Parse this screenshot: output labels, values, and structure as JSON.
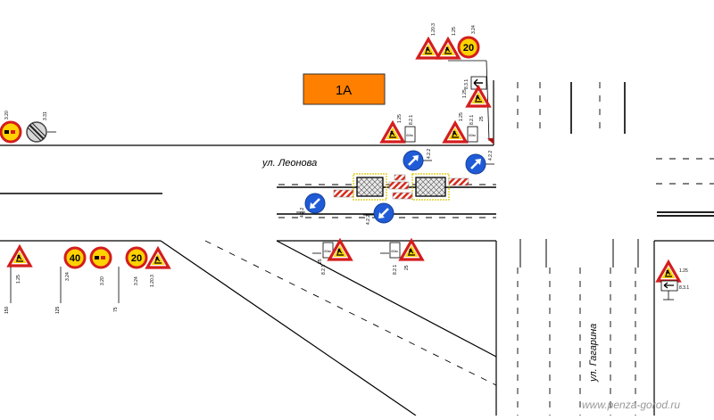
{
  "streets": {
    "leonova": "ул. Леонова",
    "gagarina": "ул. Гагарина"
  },
  "building": {
    "label": "1А",
    "color": "#ff7f00"
  },
  "watermark": "www.penza-gorod.ru",
  "colors": {
    "warning_border": "#d41d1d",
    "warning_fill": "#ffd200",
    "mandatory_blue": "#1f5bd6",
    "barrier_red": "#d62a1a",
    "barrier_frame": "#d6c800"
  },
  "signs": {
    "codes": {
      "c_1_20_3": "1.20.3",
      "c_1_25": "1.25",
      "c_3_24": "3.24",
      "c_3_20": "3.20",
      "c_3_31": "3.31",
      "c_4_2_1": "4.2.1",
      "c_4_2_2": "4.2.2",
      "c_8_2_1": "8.2.1",
      "c_8_3_1": "8.3.1"
    },
    "speed_20": "20",
    "speed_40": "40",
    "plate_60m": "60м",
    "distances": {
      "d150": "150",
      "d125": "125",
      "d75": "75",
      "d25": "25"
    }
  }
}
